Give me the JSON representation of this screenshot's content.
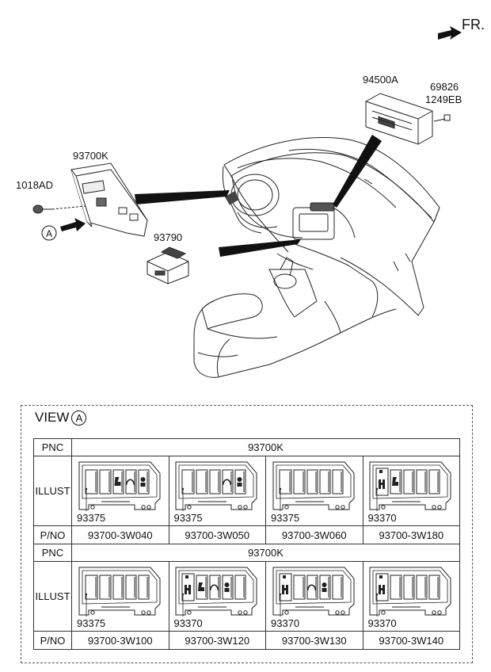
{
  "direction_label": "FR.",
  "callouts": {
    "part_94500A": "94500A",
    "part_69826": "69826",
    "part_1249EB": "1249EB",
    "part_93700K": "93700K",
    "part_1018AD": "1018AD",
    "part_93790": "93790",
    "view_marker": "A"
  },
  "view": {
    "title": "VIEW",
    "marker": "A"
  },
  "table": {
    "pnc_header": "PNC",
    "illust_header": "ILLUST",
    "pno_header": "P/NO",
    "row1": {
      "pnc": "93700K",
      "items": [
        {
          "switch": "93375",
          "pno": "93700-3W040",
          "icons": [
            "blank",
            "blank",
            "seat",
            "wave",
            "person"
          ]
        },
        {
          "switch": "93375",
          "pno": "93700-3W050",
          "icons": [
            "blank",
            "blank",
            "blank",
            "wave",
            "person"
          ]
        },
        {
          "switch": "93375",
          "pno": "93700-3W060",
          "icons": [
            "blank",
            "blank",
            "blank",
            "blank",
            "blank"
          ]
        },
        {
          "switch": "93370",
          "pno": "93700-3W180",
          "icons": [
            "hook",
            "seat",
            "blank",
            "blank",
            "blank"
          ]
        }
      ]
    },
    "row2": {
      "pnc": "93700K",
      "items": [
        {
          "switch": "93375",
          "pno": "93700-3W100",
          "icons": [
            "blank",
            "blank",
            "blank",
            "blank",
            "blank"
          ]
        },
        {
          "switch": "93370",
          "pno": "93700-3W120",
          "icons": [
            "hook",
            "seat",
            "wave",
            "person",
            "blank"
          ]
        },
        {
          "switch": "93370",
          "pno": "93700-3W130",
          "icons": [
            "hook",
            "blank",
            "wave",
            "person",
            "blank"
          ]
        },
        {
          "switch": "93370",
          "pno": "93700-3W140",
          "icons": [
            "hook",
            "blank",
            "blank",
            "blank",
            "blank"
          ]
        }
      ]
    }
  }
}
